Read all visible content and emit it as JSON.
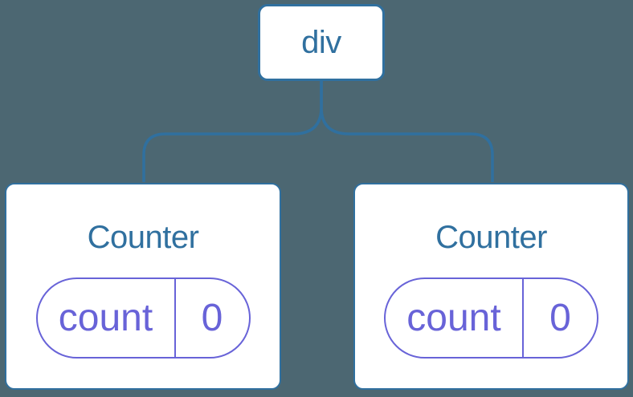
{
  "diagram": {
    "kind": "react-component-tree",
    "colors": {
      "background": "#4C6772",
      "node-bg": "#FFFFFF",
      "blue": "#30709F",
      "purple": "#6863D8"
    },
    "root": {
      "label": "div"
    },
    "children": [
      {
        "title": "Counter",
        "state": {
          "key": "count",
          "value": "0"
        }
      },
      {
        "title": "Counter",
        "state": {
          "key": "count",
          "value": "0"
        }
      }
    ]
  }
}
